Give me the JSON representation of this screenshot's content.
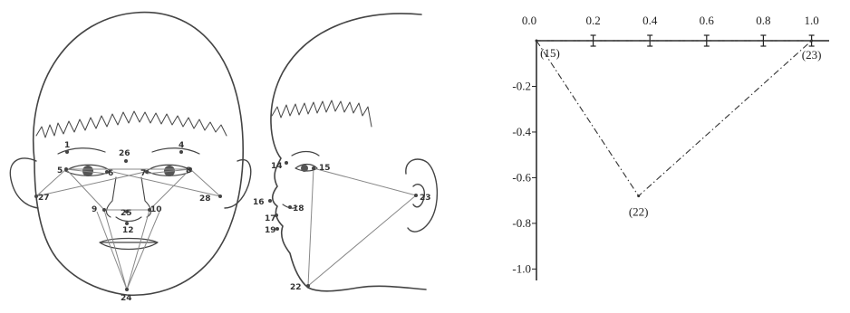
{
  "front_view": {
    "landmarks": [
      {
        "id": "1",
        "label": "1"
      },
      {
        "id": "4",
        "label": "4"
      },
      {
        "id": "5",
        "label": "5"
      },
      {
        "id": "6",
        "label": "6"
      },
      {
        "id": "7",
        "label": "7"
      },
      {
        "id": "8",
        "label": "8"
      },
      {
        "id": "9",
        "label": "9"
      },
      {
        "id": "10",
        "label": "10"
      },
      {
        "id": "12",
        "label": "12"
      },
      {
        "id": "24",
        "label": "24"
      },
      {
        "id": "25",
        "label": "25"
      },
      {
        "id": "26",
        "label": "26"
      },
      {
        "id": "27",
        "label": "27"
      },
      {
        "id": "28",
        "label": "28"
      }
    ]
  },
  "side_view": {
    "landmarks": [
      {
        "id": "14",
        "label": "14"
      },
      {
        "id": "15",
        "label": "15"
      },
      {
        "id": "16",
        "label": "16"
      },
      {
        "id": "17",
        "label": "17"
      },
      {
        "id": "18",
        "label": "18"
      },
      {
        "id": "19",
        "label": "19"
      },
      {
        "id": "22",
        "label": "22"
      },
      {
        "id": "23",
        "label": "23"
      }
    ]
  },
  "chart_data": {
    "type": "line",
    "x_ticks": [
      "0.0",
      "0.2",
      "0.4",
      "0.6",
      "0.8",
      "1.0"
    ],
    "y_ticks": [
      "-0.2",
      "-0.4",
      "-0.6",
      "-0.8",
      "-1.0"
    ],
    "xlim": [
      0.0,
      1.0
    ],
    "ylim": [
      -1.05,
      0.0
    ],
    "series": [
      {
        "line_style": "dash-dot",
        "points": [
          {
            "x": 0.0,
            "y": 0.0,
            "label": "(15)"
          },
          {
            "x": 0.36,
            "y": -0.68,
            "label": "(22)"
          },
          {
            "x": 0.97,
            "y": 0.0,
            "label": "(23)"
          }
        ]
      }
    ],
    "error_bars_at_x": [
      0.2,
      0.4,
      0.6,
      0.8,
      0.97
    ]
  }
}
